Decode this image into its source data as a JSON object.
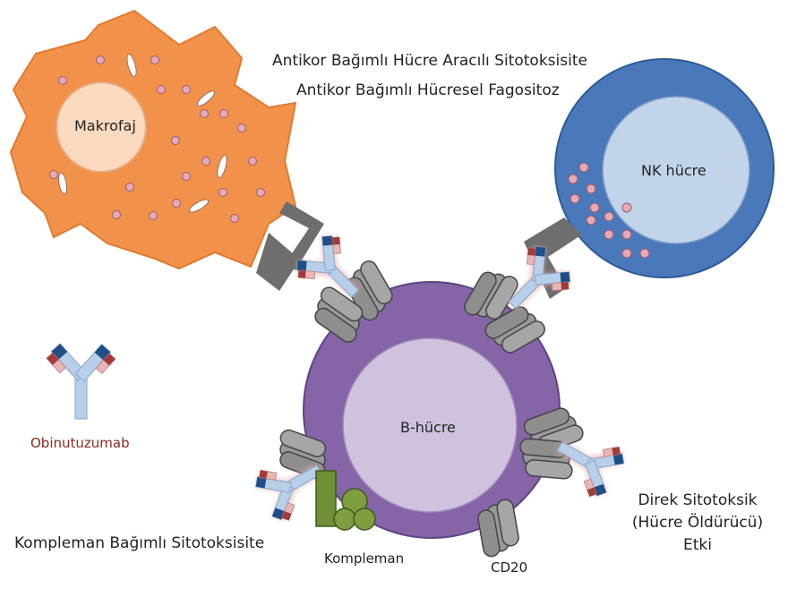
{
  "labels": {
    "macrophage": "Makrofaj",
    "nk_cell": "NK hücre",
    "b_cell": "B-hücre",
    "adcc": "Antikor Bağımlı Hücre Aracılı Sitotoksisite",
    "adcp": "Antikor Bağımlı Hücresel Fagositoz",
    "drug": "Obinutuzumab",
    "cdc": "Kompleman Bağımlı Sitotoksisite",
    "complement": "Kompleman",
    "cd20": "CD20",
    "direct_line1": "Direk Sitotoksik",
    "direct_line2": "(Hücre Öldürücü)",
    "direct_line3": "Etki"
  },
  "colors": {
    "macrophage": "#f2924a",
    "macrophage_nucleus": "#fbd9bf",
    "nk_outer": "#4a79bb",
    "nk_inner": "#c2d4ea",
    "b_outer": "#8564a8",
    "b_inner": "#cfc2de",
    "antibody": "#b8cfe9",
    "antibody_heavy": "#1f4f86",
    "antibody_light": "#a33a3a",
    "complement": "#6f8f35",
    "receptor": "#9a9a9a",
    "drug_label": "#8a2a22"
  }
}
